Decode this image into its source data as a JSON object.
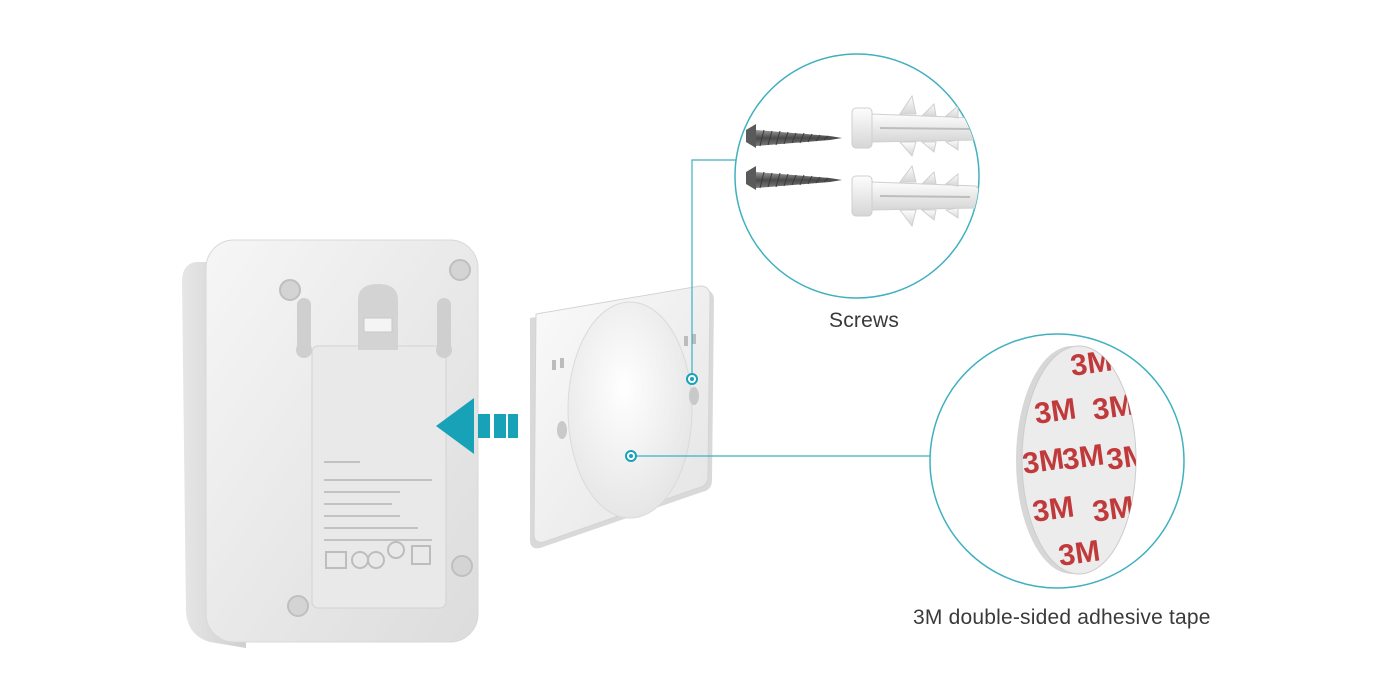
{
  "callouts": {
    "screws": {
      "label": "Screws"
    },
    "tape": {
      "label": "3M double-sided adhesive tape"
    }
  },
  "adhesive_pad": {
    "print_text": "3M"
  },
  "colors": {
    "accent": "#17a2b8",
    "line": "#3fb0bf",
    "device_body": "#eeeeee",
    "tape_print": "#c0393b"
  },
  "icons": {
    "direction_arrow": "left-arrow-dashed"
  }
}
